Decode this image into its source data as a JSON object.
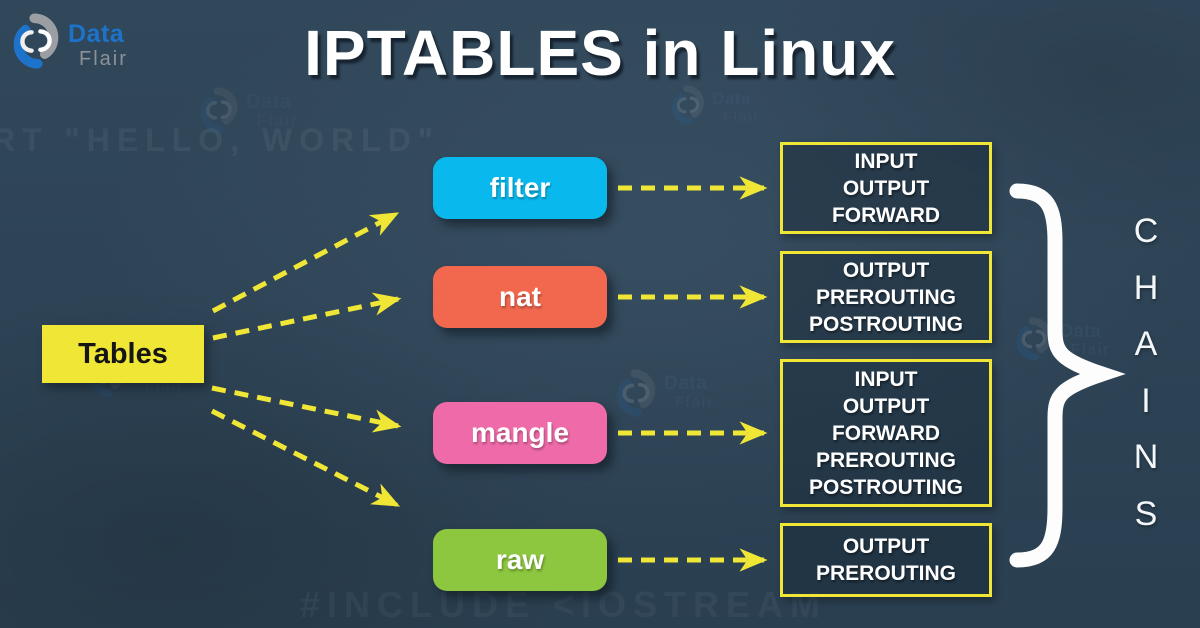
{
  "brand": {
    "name_top": "Data",
    "name_bottom": "Flair"
  },
  "title": "IPTABLES in Linux",
  "diagram": {
    "source": {
      "label": "Tables"
    },
    "tables": [
      {
        "label": "filter",
        "color": "#09b9ee",
        "chains": [
          "INPUT",
          "OUTPUT",
          "FORWARD"
        ]
      },
      {
        "label": "nat",
        "color": "#f2684e",
        "chains": [
          "OUTPUT",
          "PREROUTING",
          "POSTROUTING"
        ]
      },
      {
        "label": "mangle",
        "color": "#ef6aa8",
        "chains": [
          "INPUT",
          "OUTPUT",
          "FORWARD",
          "PREROUTING",
          "POSTROUTING"
        ]
      },
      {
        "label": "raw",
        "color": "#8dc63f",
        "chains": [
          "OUTPUT",
          "PREROUTING"
        ]
      }
    ],
    "group_label": "CHAINS"
  },
  "colors": {
    "background": "#2d4355",
    "accent_yellow": "#f0e636",
    "chain_text": "#ffffff",
    "brand_blue": "#1d73c9",
    "brand_gray": "#8d9298",
    "brace_white": "#fdfdfd"
  },
  "watermarks": {
    "brand_top": "Data",
    "brand_bottom": "Flair",
    "top_left_text": "RT \"HELLO, WORLD\"",
    "bottom_text": "#INCLUDE <IOSTREAM"
  }
}
